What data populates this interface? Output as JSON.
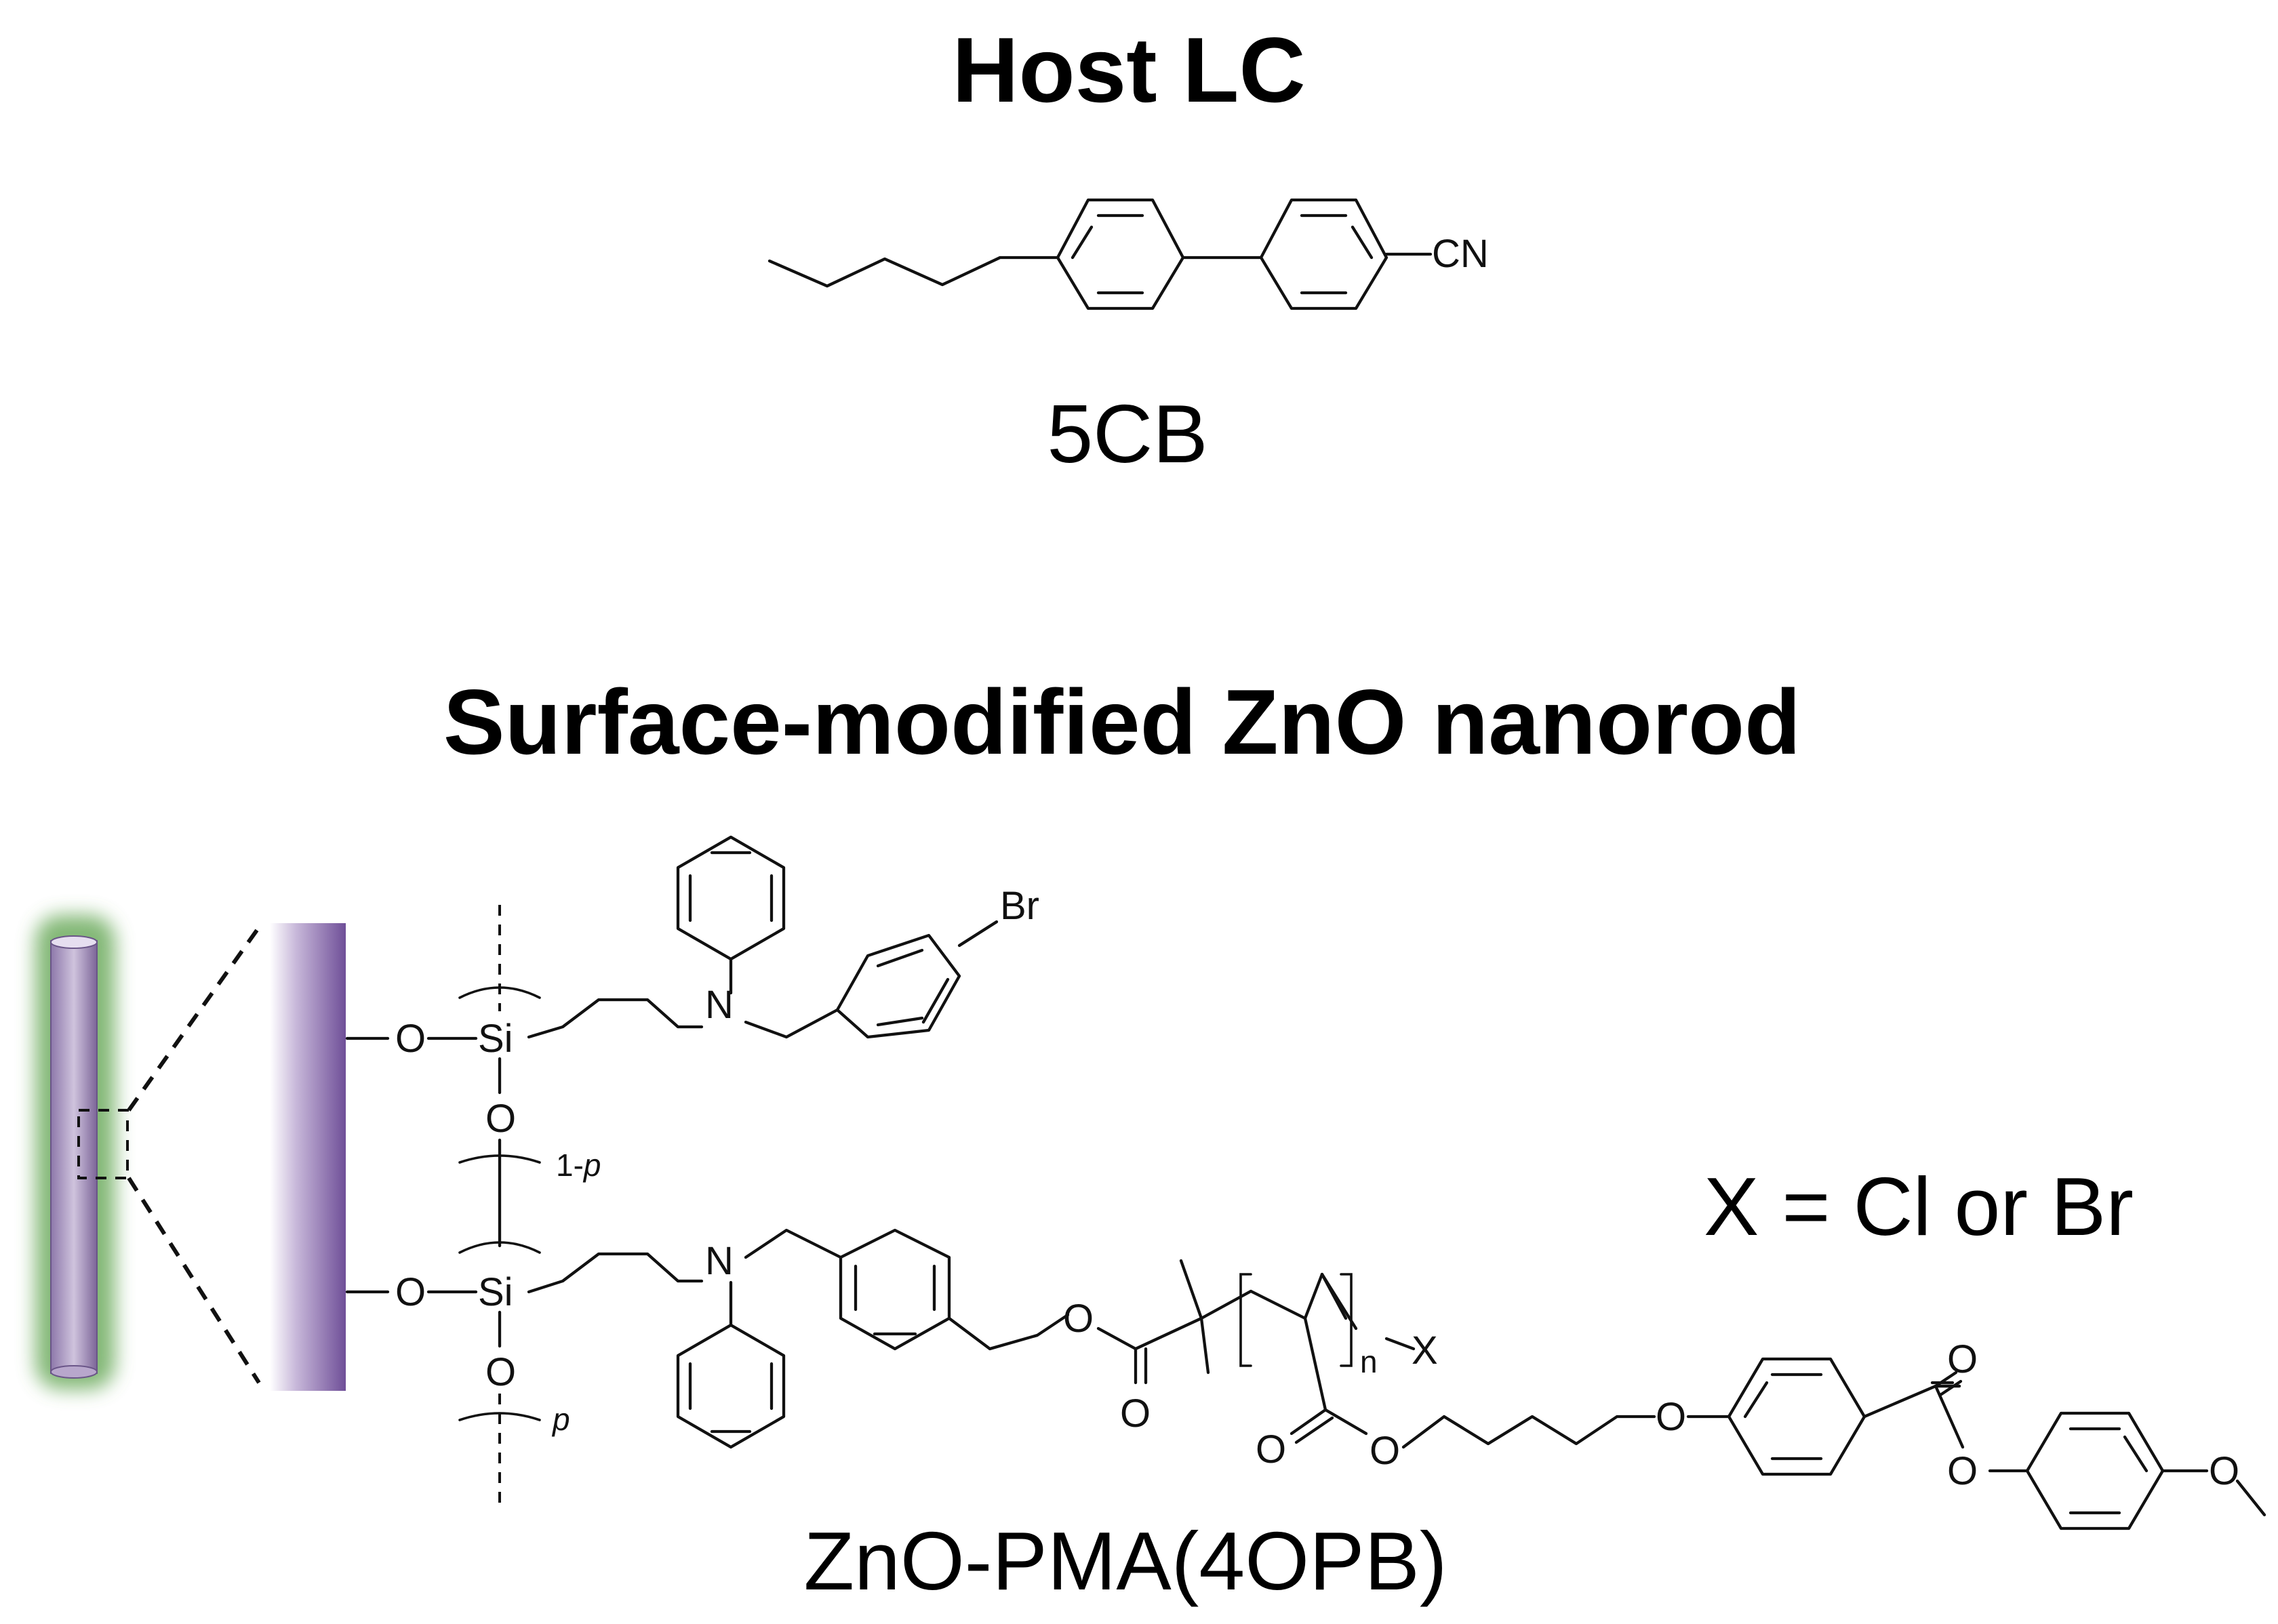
{
  "headings": {
    "host": "Host LC",
    "surface": "Surface-modified ZnO nanorod"
  },
  "captions": {
    "host_molecule": "5CB",
    "surface_molecule": "ZnO-PMA(4OPB)",
    "x_definition": "X = Cl or Br"
  },
  "atom_labels": {
    "cyano": "CN",
    "bromo": "Br",
    "oxygen": "O",
    "silicon": "Si",
    "nitrogen": "N",
    "end_group": "X",
    "repeat_n": "n",
    "fraction_p": "p",
    "fraction_one_minus_prefix": "1-",
    "fraction_one_minus_p": "p"
  },
  "colors": {
    "nanorod_fill": "#9b86b4",
    "nanorod_glow": "#5aa04a",
    "surface_slab": "#7d5ea2",
    "ink": "#111111"
  }
}
